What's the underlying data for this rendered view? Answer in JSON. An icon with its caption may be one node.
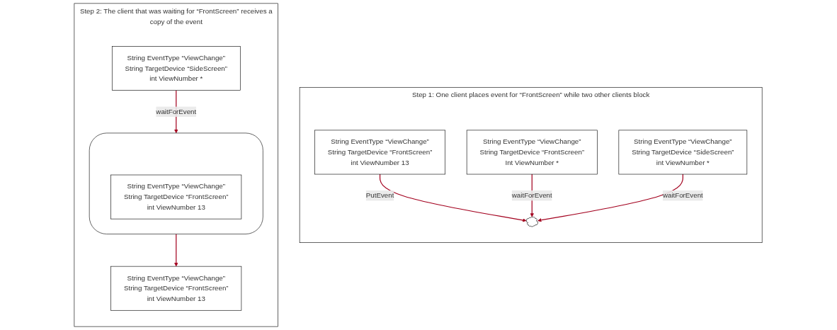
{
  "diagram": {
    "nodes": [
      {
        "text": [
          "Step 1: One client places event for “FrontScreen” while two other clients block"
        ]
      },
      {
        "text": [
          "String EventType “ViewChange”",
          "String TargetDevice “FrontScreen”",
          "int ViewNumber 13"
        ],
        "in": 0
      },
      {
        "text": [
          "String EventType “ViewChange”",
          "String TargetDevice “FrontScreen”",
          "Int ViewNumber *"
        ],
        "in": 0
      },
      {
        "text": [],
        "shape": "cloud",
        "in": 0
      },
      {
        "text": [
          "String EventType “ViewChange”",
          "String TargetDevice “SideScreen”",
          "int ViewNumber *"
        ],
        "in": 0
      },
      {
        "text": [
          "Step 2:  The client that was waiting for “FrontScreen” receives a copy of the event"
        ]
      },
      {
        "text": [
          "String EventType “ViewChange”",
          "String TargetDevice “FrontScreen”",
          "int ViewNumber 13"
        ],
        "in": 5
      },
      {
        "text": [
          "String EventType “ViewChange”",
          "String TargetDevice “SideScreen”",
          "int ViewNumber *"
        ],
        "in": 5
      },
      {
        "text": [],
        "shape": "cloud",
        "in": 5
      },
      {
        "text": [
          "String EventType “ViewChange”",
          "String TargetDevice “FrontScreen”",
          "int ViewNumber 13"
        ],
        "in": 8
      }
    ],
    "edges": [
      {
        "from": 1,
        "to": 3,
        "arrow": "to",
        "label": "PutEvent"
      },
      {
        "from": 2,
        "to": 3,
        "arrow": "to",
        "label": "waitForEvent"
      },
      {
        "from": 4,
        "to": 3,
        "arrow": "to",
        "label": "waitForEvent"
      },
      {
        "from": 8,
        "to": 6,
        "arrow": "to"
      },
      {
        "from": 7,
        "to": 8,
        "arrow": "to",
        "label": "waitForEvent"
      }
    ]
  }
}
